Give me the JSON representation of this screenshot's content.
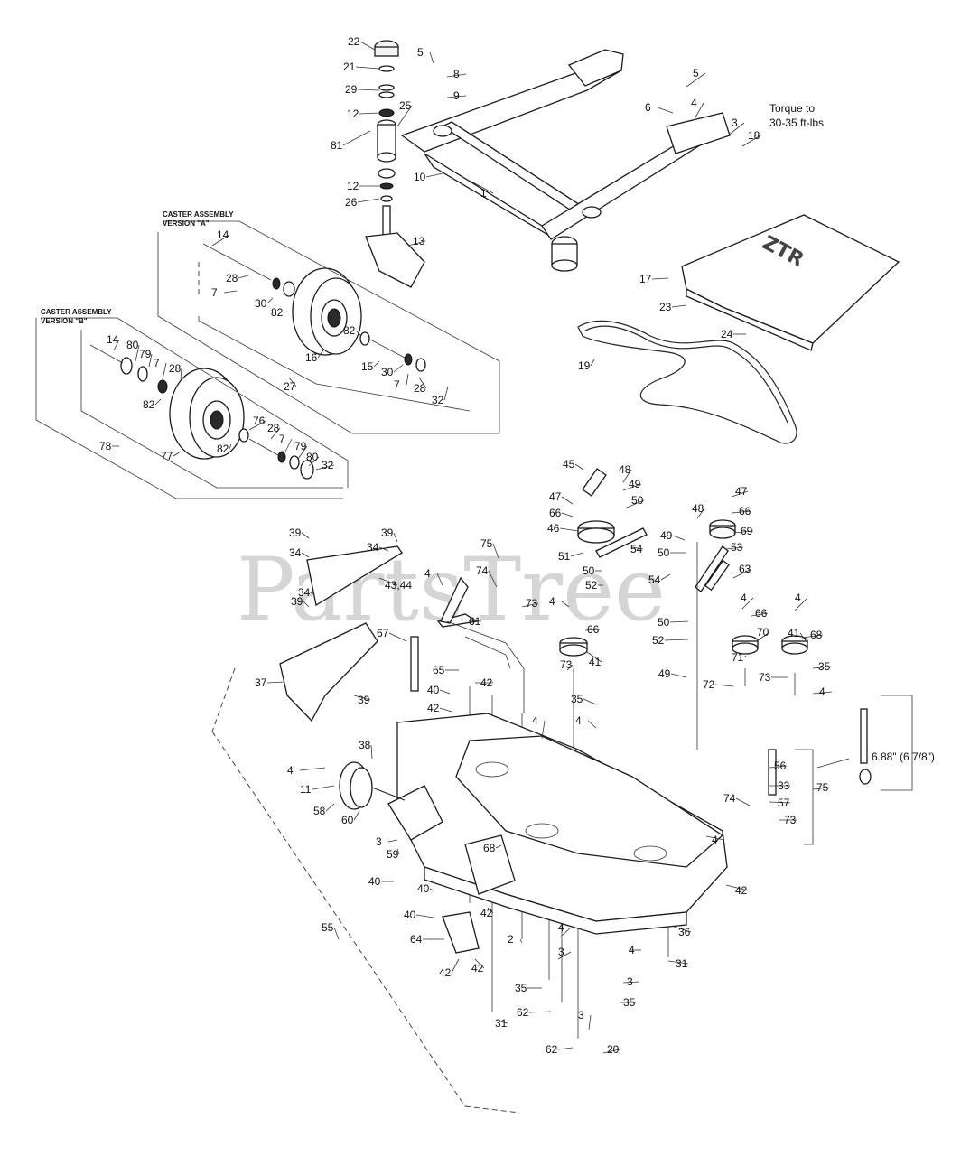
{
  "watermark": "PartsTree",
  "notes": {
    "torque": [
      "Torque to",
      "30-35 ft-lbs"
    ],
    "dimension": "6.88\" (6 7/8\")",
    "caster_a": [
      "CASTER ASSEMBLY",
      "VERSION \"A\""
    ],
    "caster_b": [
      "CASTER ASSEMBLY",
      "VERSION \"B\""
    ]
  },
  "callouts": [
    {
      "t": "22"
    },
    {
      "t": "21"
    },
    {
      "t": "29"
    },
    {
      "t": "12"
    },
    {
      "t": "25"
    },
    {
      "t": "81"
    },
    {
      "t": "12"
    },
    {
      "t": "26"
    },
    {
      "t": "5"
    },
    {
      "t": "8"
    },
    {
      "t": "9"
    },
    {
      "t": "10"
    },
    {
      "t": "1"
    },
    {
      "t": "5"
    },
    {
      "t": "4"
    },
    {
      "t": "6"
    },
    {
      "t": "3"
    },
    {
      "t": "18"
    },
    {
      "t": "14"
    },
    {
      "t": "13"
    },
    {
      "t": "28"
    },
    {
      "t": "7"
    },
    {
      "t": "30"
    },
    {
      "t": "82"
    },
    {
      "t": "82"
    },
    {
      "t": "16"
    },
    {
      "t": "15"
    },
    {
      "t": "30"
    },
    {
      "t": "7"
    },
    {
      "t": "28"
    },
    {
      "t": "32"
    },
    {
      "t": "27"
    },
    {
      "t": "14"
    },
    {
      "t": "80"
    },
    {
      "t": "79"
    },
    {
      "t": "7"
    },
    {
      "t": "28"
    },
    {
      "t": "82"
    },
    {
      "t": "82"
    },
    {
      "t": "76"
    },
    {
      "t": "28"
    },
    {
      "t": "7"
    },
    {
      "t": "79"
    },
    {
      "t": "80"
    },
    {
      "t": "32"
    },
    {
      "t": "77"
    },
    {
      "t": "78"
    },
    {
      "t": "17"
    },
    {
      "t": "23"
    },
    {
      "t": "24"
    },
    {
      "t": "19"
    },
    {
      "t": "45"
    },
    {
      "t": "48"
    },
    {
      "t": "49"
    },
    {
      "t": "47"
    },
    {
      "t": "50"
    },
    {
      "t": "66"
    },
    {
      "t": "46"
    },
    {
      "t": "51"
    },
    {
      "t": "54"
    },
    {
      "t": "50"
    },
    {
      "t": "52"
    },
    {
      "t": "47"
    },
    {
      "t": "66"
    },
    {
      "t": "69"
    },
    {
      "t": "48"
    },
    {
      "t": "49"
    },
    {
      "t": "53"
    },
    {
      "t": "50"
    },
    {
      "t": "54"
    },
    {
      "t": "63"
    },
    {
      "t": "39"
    },
    {
      "t": "39"
    },
    {
      "t": "34"
    },
    {
      "t": "34"
    },
    {
      "t": "43,44"
    },
    {
      "t": "34"
    },
    {
      "t": "39"
    },
    {
      "t": "75"
    },
    {
      "t": "74"
    },
    {
      "t": "4"
    },
    {
      "t": "73"
    },
    {
      "t": "61"
    },
    {
      "t": "4"
    },
    {
      "t": "66"
    },
    {
      "t": "41"
    },
    {
      "t": "4"
    },
    {
      "t": "66"
    },
    {
      "t": "4"
    },
    {
      "t": "68"
    },
    {
      "t": "50"
    },
    {
      "t": "52"
    },
    {
      "t": "70"
    },
    {
      "t": "41"
    },
    {
      "t": "71"
    },
    {
      "t": "72"
    },
    {
      "t": "73"
    },
    {
      "t": "35"
    },
    {
      "t": "4"
    },
    {
      "t": "49"
    },
    {
      "t": "67"
    },
    {
      "t": "42"
    },
    {
      "t": "65"
    },
    {
      "t": "73"
    },
    {
      "t": "40"
    },
    {
      "t": "42"
    },
    {
      "t": "35"
    },
    {
      "t": "4"
    },
    {
      "t": "4"
    },
    {
      "t": "37"
    },
    {
      "t": "39"
    },
    {
      "t": "38"
    },
    {
      "t": "4"
    },
    {
      "t": "11"
    },
    {
      "t": "58"
    },
    {
      "t": "60"
    },
    {
      "t": "3"
    },
    {
      "t": "59"
    },
    {
      "t": "68"
    },
    {
      "t": "40"
    },
    {
      "t": "40"
    },
    {
      "t": "42"
    },
    {
      "t": "40"
    },
    {
      "t": "64"
    },
    {
      "t": "42"
    },
    {
      "t": "42"
    },
    {
      "t": "56"
    },
    {
      "t": "33"
    },
    {
      "t": "57"
    },
    {
      "t": "74"
    },
    {
      "t": "73"
    },
    {
      "t": "75"
    },
    {
      "t": "4"
    },
    {
      "t": "42"
    },
    {
      "t": "36"
    },
    {
      "t": "31"
    },
    {
      "t": "55"
    },
    {
      "t": "2"
    },
    {
      "t": "4"
    },
    {
      "t": "3"
    },
    {
      "t": "35"
    },
    {
      "t": "62"
    },
    {
      "t": "31"
    },
    {
      "t": "4"
    },
    {
      "t": "3"
    },
    {
      "t": "35"
    },
    {
      "t": "3"
    },
    {
      "t": "62"
    },
    {
      "t": "20"
    }
  ]
}
